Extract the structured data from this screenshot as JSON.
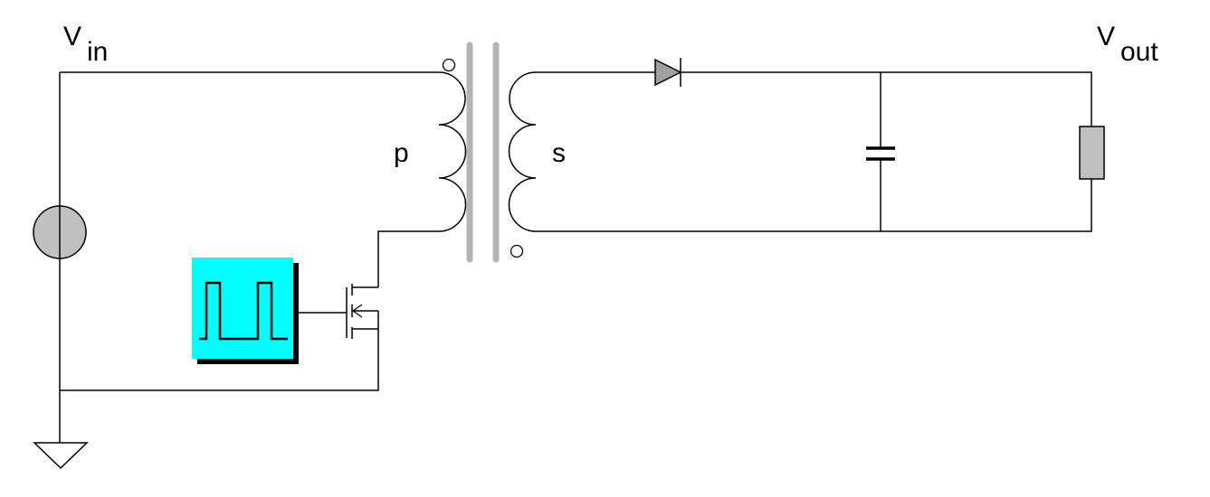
{
  "labels": {
    "vin_main": "V",
    "vin_sub": "in",
    "vout_main": "V",
    "vout_sub": "out",
    "primary": "p",
    "secondary": "s"
  },
  "colors": {
    "wire": "#000000",
    "core": "#b4b4b4",
    "source_fill": "#c0c0c0",
    "resistor_fill": "#c0c0c0",
    "pwm_fill": "#00ffff",
    "pwm_shadow": "#000000",
    "diode_fill": "#a0a0a0"
  },
  "components": {
    "source": "voltage-source",
    "transformer": "transformer",
    "diode": "diode",
    "capacitor": "capacitor",
    "load": "resistor",
    "switch": "mosfet",
    "driver": "pulse-generator",
    "ground": "ground"
  }
}
